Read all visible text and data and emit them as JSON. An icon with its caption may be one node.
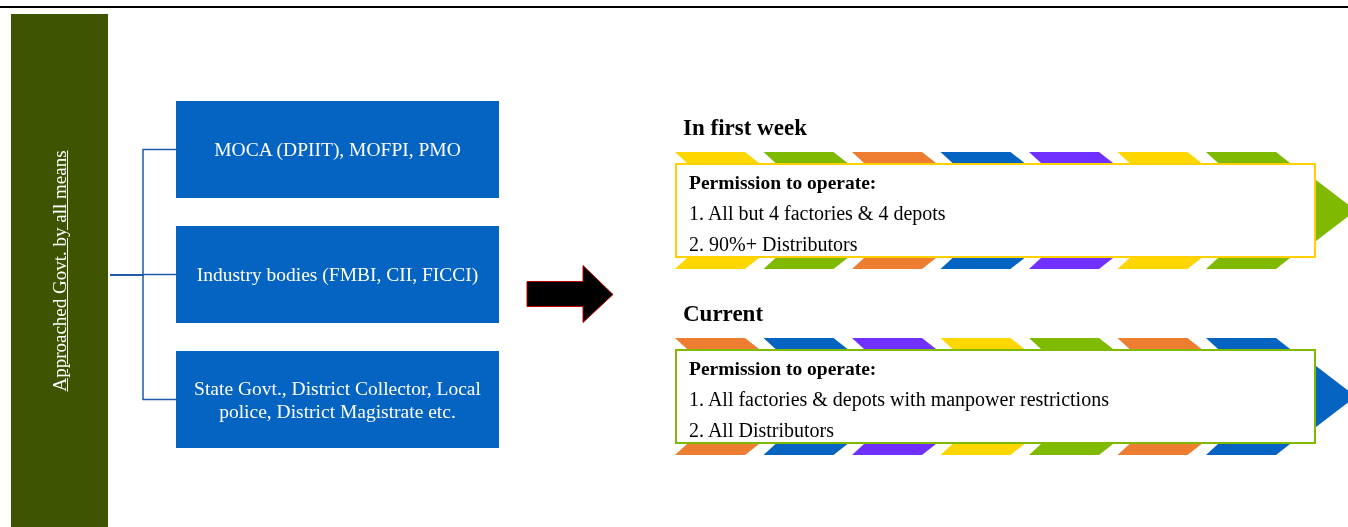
{
  "diagram": {
    "nodes": [
      {
        "text": [
          "Approached Govt. by all means"
        ]
      },
      {
        "text": [
          "MOCA (DPIIT), MOFPI, PMO"
        ]
      },
      {
        "text": [
          "Industry bodies (FMBI, CII, FICCI)"
        ]
      },
      {
        "text": [
          "State Govt., District Collector, Local police, District Magistrate etc."
        ]
      },
      {
        "text": [
          "In first week",
          "Permission to operate:",
          "1. All but 4 factories & 4 depots",
          "2. 90%+ Distributors"
        ]
      },
      {
        "text": [
          "Current",
          "Permission to operate:",
          "1. All factories & depots with manpower restrictions",
          "2. All Distributors"
        ]
      }
    ],
    "edges": [
      {
        "from": 0,
        "to": 1,
        "arrow": "none",
        "color": "#1f5aa6"
      },
      {
        "from": 0,
        "to": 2,
        "arrow": "none",
        "color": "#1f5aa6"
      },
      {
        "from": 0,
        "to": 3,
        "arrow": "none",
        "color": "#1f5aa6"
      },
      {
        "from": 2,
        "to": null,
        "arrow": "to",
        "style": "thick",
        "color": "#000000"
      }
    ]
  }
}
